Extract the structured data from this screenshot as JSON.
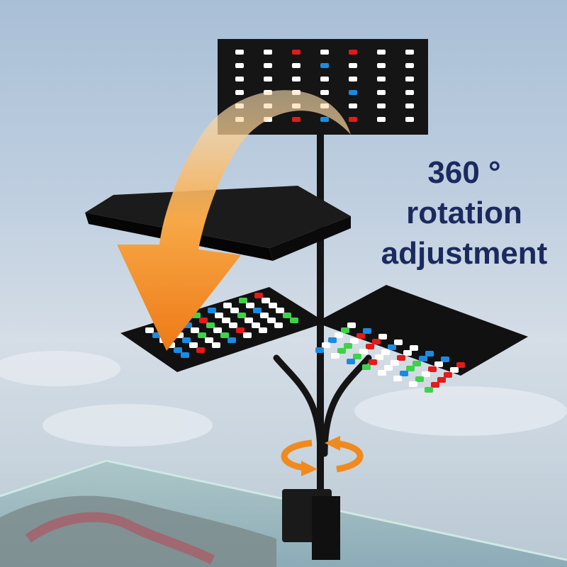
{
  "caption": {
    "line1": "360 °",
    "line2": "rotation",
    "line3": "adjustment"
  },
  "colors": {
    "text": "#1b2a5e",
    "arrow": "#f28a1e",
    "panel": "#111111"
  }
}
